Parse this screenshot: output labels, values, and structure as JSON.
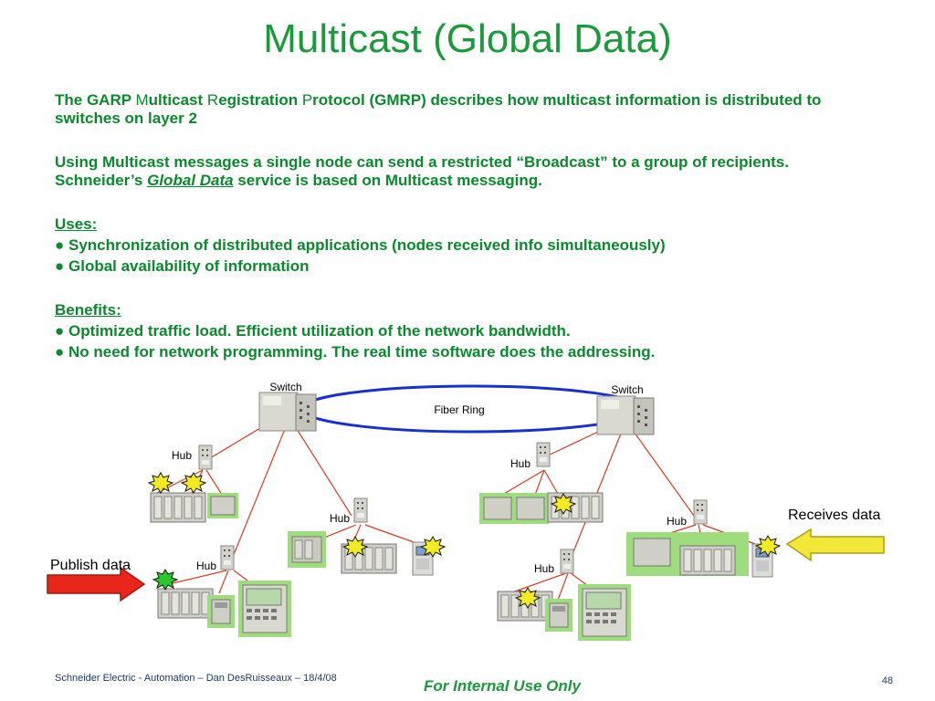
{
  "title": "Multicast (Global Data)",
  "para1": {
    "p1": "The GARP ",
    "p2": "M",
    "p3": "ulticast ",
    "p4": "R",
    "p5": "egistration ",
    "p6": "P",
    "p7": "rotocol (GMRP) describes how multicast information is distributed to switches on layer 2"
  },
  "para2": {
    "before": "Using Multicast messages a single node can send a restricted “Broadcast” to a group of recipients. Schneider’s ",
    "emph": "Global Data",
    "after": " service is based on Multicast messaging."
  },
  "uses": {
    "heading": "Uses:",
    "items": [
      "● Synchronization of distributed applications (nodes received info simultaneously)",
      "● Global availability of information"
    ]
  },
  "benefits": {
    "heading": "Benefits:",
    "items": [
      "● Optimized traffic load. Efficient utilization of the network bandwidth.",
      "● No need for network programming. The real time software does the addressing."
    ]
  },
  "diagram": {
    "switch_label": "Switch",
    "ring_label": "Fiber Ring",
    "hub_label": "Hub",
    "publish_label": "Publish data",
    "receive_label": "Receives data",
    "colors": {
      "ring": "#1a2fcf",
      "link": "#e03a1e",
      "publish_arrow": "#e8261c",
      "receive_arrow": "#f3e83a",
      "device_bg": "#9fdc7e",
      "sender_dot": "#2cc52c",
      "receiver_dot": "#f2ea22"
    }
  },
  "footer": {
    "left": "Schneider Electric - Automation – Dan DesRuisseaux – 18/4/08",
    "center": "For Internal Use Only",
    "page": "48"
  }
}
